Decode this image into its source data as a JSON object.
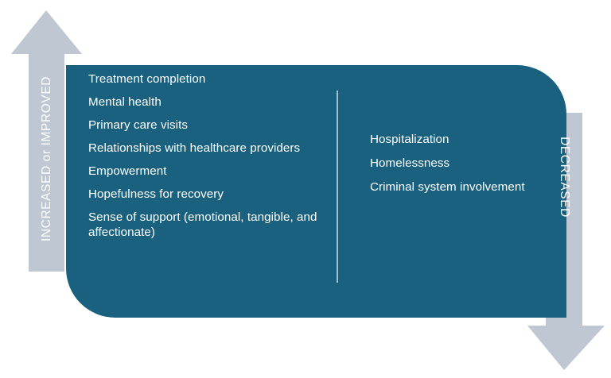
{
  "colors": {
    "panel_teal": "#19617f",
    "arrow_gray": "#bfc7d3",
    "divider": "#9fc2d2",
    "text_white": "#ffffff",
    "background": "#ffffff"
  },
  "arrows": {
    "up": {
      "label": "INCREASED or IMPROVED",
      "direction": "up",
      "icon": "up-arrow-icon"
    },
    "down": {
      "label": "DECREASED",
      "direction": "down",
      "icon": "down-arrow-icon"
    }
  },
  "panel": {
    "left_column": {
      "items": [
        "Treatment completion",
        "Mental health",
        "Primary care visits",
        "Relationships with healthcare providers",
        "Empowerment",
        "Hopefulness for recovery",
        "Sense of support (emotional, tangible, and affectionate)"
      ]
    },
    "right_column": {
      "items": [
        "Hospitalization",
        "Homelessness",
        "Criminal system involvement"
      ]
    }
  }
}
